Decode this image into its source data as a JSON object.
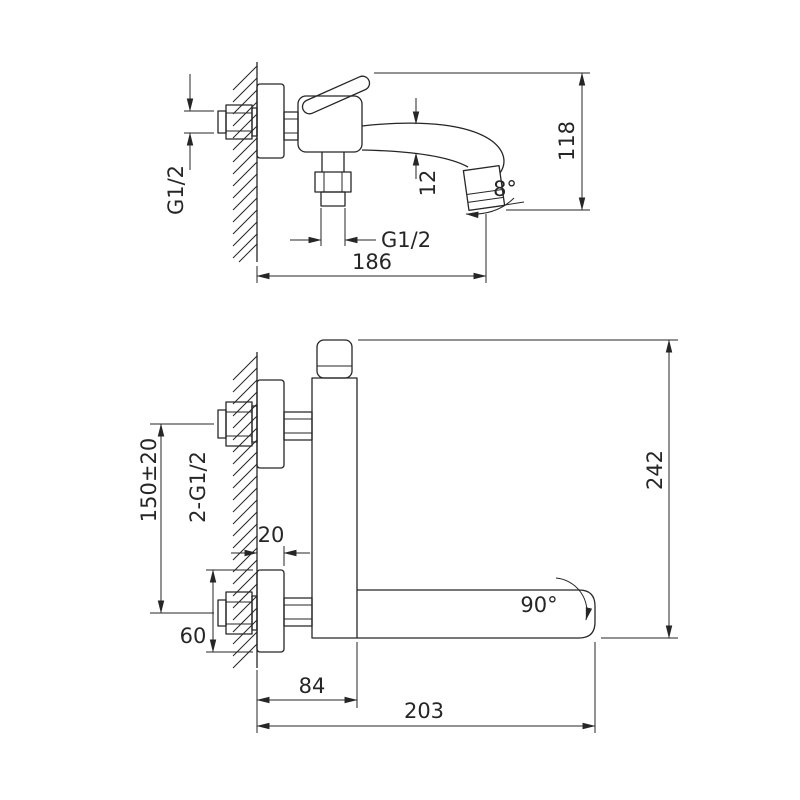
{
  "colors": {
    "line": "#262626",
    "background": "#ffffff"
  },
  "top_view": {
    "labels": {
      "inlet_thread": "G1/2",
      "overall_height": "118",
      "spout_thickness": "12",
      "outlet_angle": "8°",
      "shower_outlet_thread": "G1/2",
      "spout_reach": "186"
    }
  },
  "bottom_view": {
    "labels": {
      "inlet_spacing": "150±20",
      "inlet_threads": "2-G1/2",
      "escutcheon_depth": "20",
      "overall_length": "242",
      "swivel_angle": "90°",
      "escutcheon_height": "60",
      "wall_to_body": "84",
      "wall_to_spout_end": "203"
    }
  }
}
